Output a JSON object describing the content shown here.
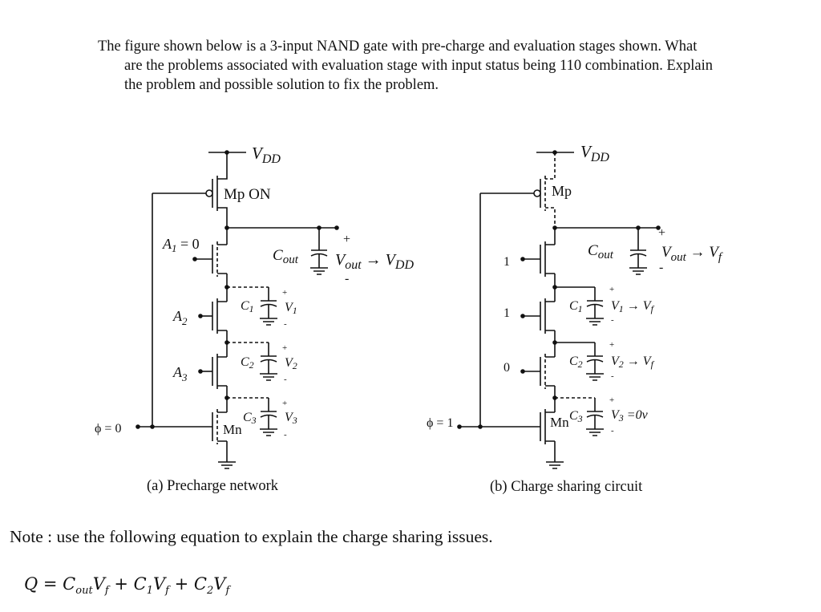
{
  "question": {
    "lines": [
      "The figure shown below is a 3-input NAND gate with pre-charge and evaluation stages shown.  What",
      "are the problems associated with evaluation stage with input status being 110 combination. Explain",
      "the problem and possible solution to fix the problem."
    ]
  },
  "figure_a": {
    "vdd": "V",
    "vdd_sub": "DD",
    "mp": "Mp  ON",
    "a1": "A",
    "a1_sub": "1",
    "a1_val": " = 0",
    "a2": "A",
    "a2_sub": "2",
    "a3": "A",
    "a3_sub": "3",
    "cout": "C",
    "cout_sub": "out",
    "vout": "V",
    "vout_sub": "out",
    "vout_arrow": " → V",
    "vout_target_sub": "DD",
    "c1": "C",
    "c1_sub": "1",
    "v1": "V",
    "v1_sub": "1",
    "c2": "C",
    "c2_sub": "2",
    "v2": "V",
    "v2_sub": "2",
    "c3": "C",
    "c3_sub": "3",
    "v3": "V",
    "v3_sub": "3",
    "mn": "Mn",
    "phi": "ϕ = 0",
    "plus": "+",
    "minus": "-",
    "caption": "(a) Precharge network"
  },
  "figure_b": {
    "vdd": "V",
    "vdd_sub": "DD",
    "mp": "Mp",
    "in1": "1",
    "in2": "1",
    "in3": "0",
    "cout": "C",
    "cout_sub": "out",
    "vout": "V",
    "vout_sub": "out",
    "vout_arrow": " → V",
    "vout_target_sub": "f",
    "c1": "C",
    "c1_sub": "1",
    "v1": "V",
    "v1_sub": "1",
    "v1_arrow": " → V",
    "v1_target_sub": "f",
    "c2": "C",
    "c2_sub": "2",
    "v2": "V",
    "v2_sub": "2",
    "v2_arrow": " → V",
    "v2_target_sub": "f",
    "c3": "C",
    "c3_sub": "3",
    "v3": "V",
    "v3_sub": "3",
    "v3_val": " =0v",
    "mn": "Mn",
    "phi": "ϕ = 1",
    "plus": "+",
    "minus": "-",
    "caption": "(b) Charge sharing circuit"
  },
  "note": "Note : use the following equation to explain the charge sharing issues.",
  "equation": {
    "lhs": "Q",
    "eq": " = ",
    "t1": "C",
    "t1_sub": "out",
    "t1_v": "V",
    "t1_vsub": "f",
    "plus1": " + ",
    "t2": "C",
    "t2_sub": "1",
    "t2_v": "V",
    "t2_vsub": "f",
    "plus2": " + ",
    "t3": "C",
    "t3_sub": "2",
    "t3_v": "V",
    "t3_vsub": "f"
  }
}
